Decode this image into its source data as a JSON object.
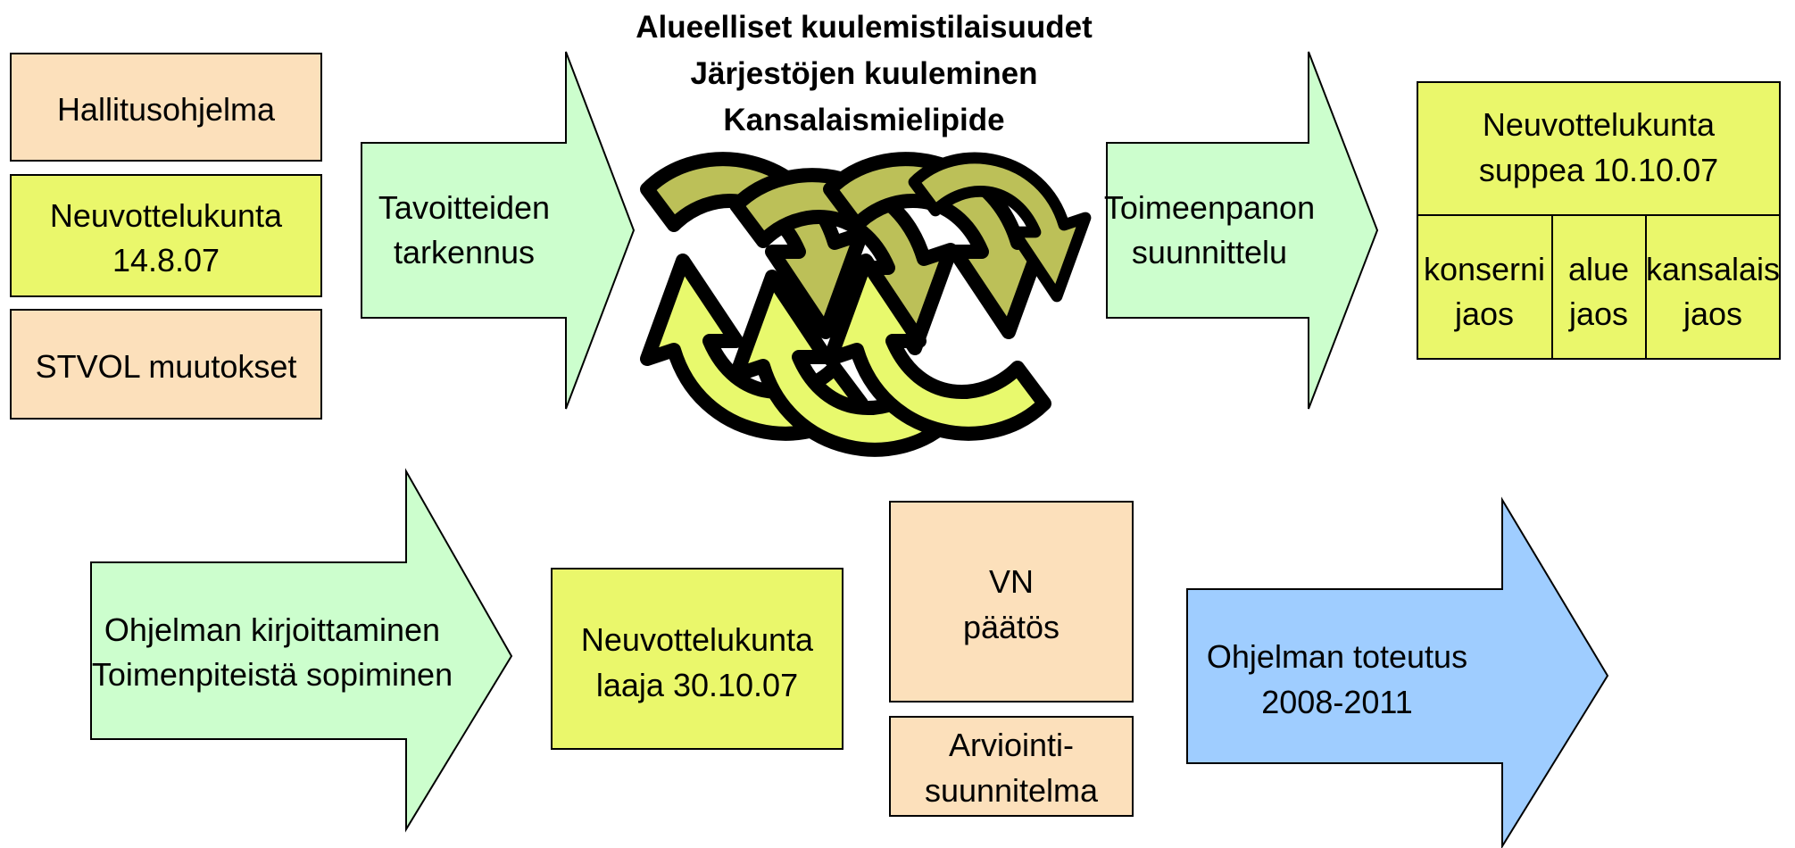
{
  "colors": {
    "peach": "#fce0bb",
    "lime": "#eaf76b",
    "mint": "#ccfecd",
    "sky": "#9fcdff",
    "cycle_dark": "#bcc058",
    "cycle_light": "#e8f96d",
    "stroke": "#000000"
  },
  "top_left_boxes": {
    "hallitusohjelma": "Hallitusohjelma",
    "neuvottelukunta_line1": "Neuvottelukunta",
    "neuvottelukunta_line2": "14.8.07",
    "stvol": "STVOL muutokset"
  },
  "arrows": {
    "tavoitteiden_line1": "Tavoitteiden",
    "tavoitteiden_line2": "tarkennus",
    "toimeenpanon_line1": "Toimeenpanon",
    "toimeenpanon_line2": "suunnittelu",
    "ohjelman_kirj_line1": "Ohjelman kirjoittaminen",
    "ohjelman_kirj_line2": "Toimenpiteistä sopiminen",
    "toteutus_line1": "Ohjelman toteutus",
    "toteutus_line2": "2008-2011"
  },
  "hearings": {
    "line1": "Alueelliset  kuulemistilaisuudet",
    "line2": "Järjestöjen kuuleminen",
    "line3": "Kansalaismielipide"
  },
  "suppea_box": {
    "title_line1": "Neuvottelukunta",
    "title_line2": "suppea 10.10.07",
    "cells": [
      {
        "line1": "konserni",
        "line2": "jaos"
      },
      {
        "line1": "alue",
        "line2": "jaos"
      },
      {
        "line1": "kansalais",
        "line2": "jaos"
      }
    ]
  },
  "laaja_box": {
    "line1": "Neuvottelukunta",
    "line2": "laaja 30.10.07"
  },
  "vn_box": {
    "line1": "VN",
    "line2": "päätös"
  },
  "arviointi_box": {
    "line1": "Arviointi-",
    "line2": "suunnitelma"
  }
}
